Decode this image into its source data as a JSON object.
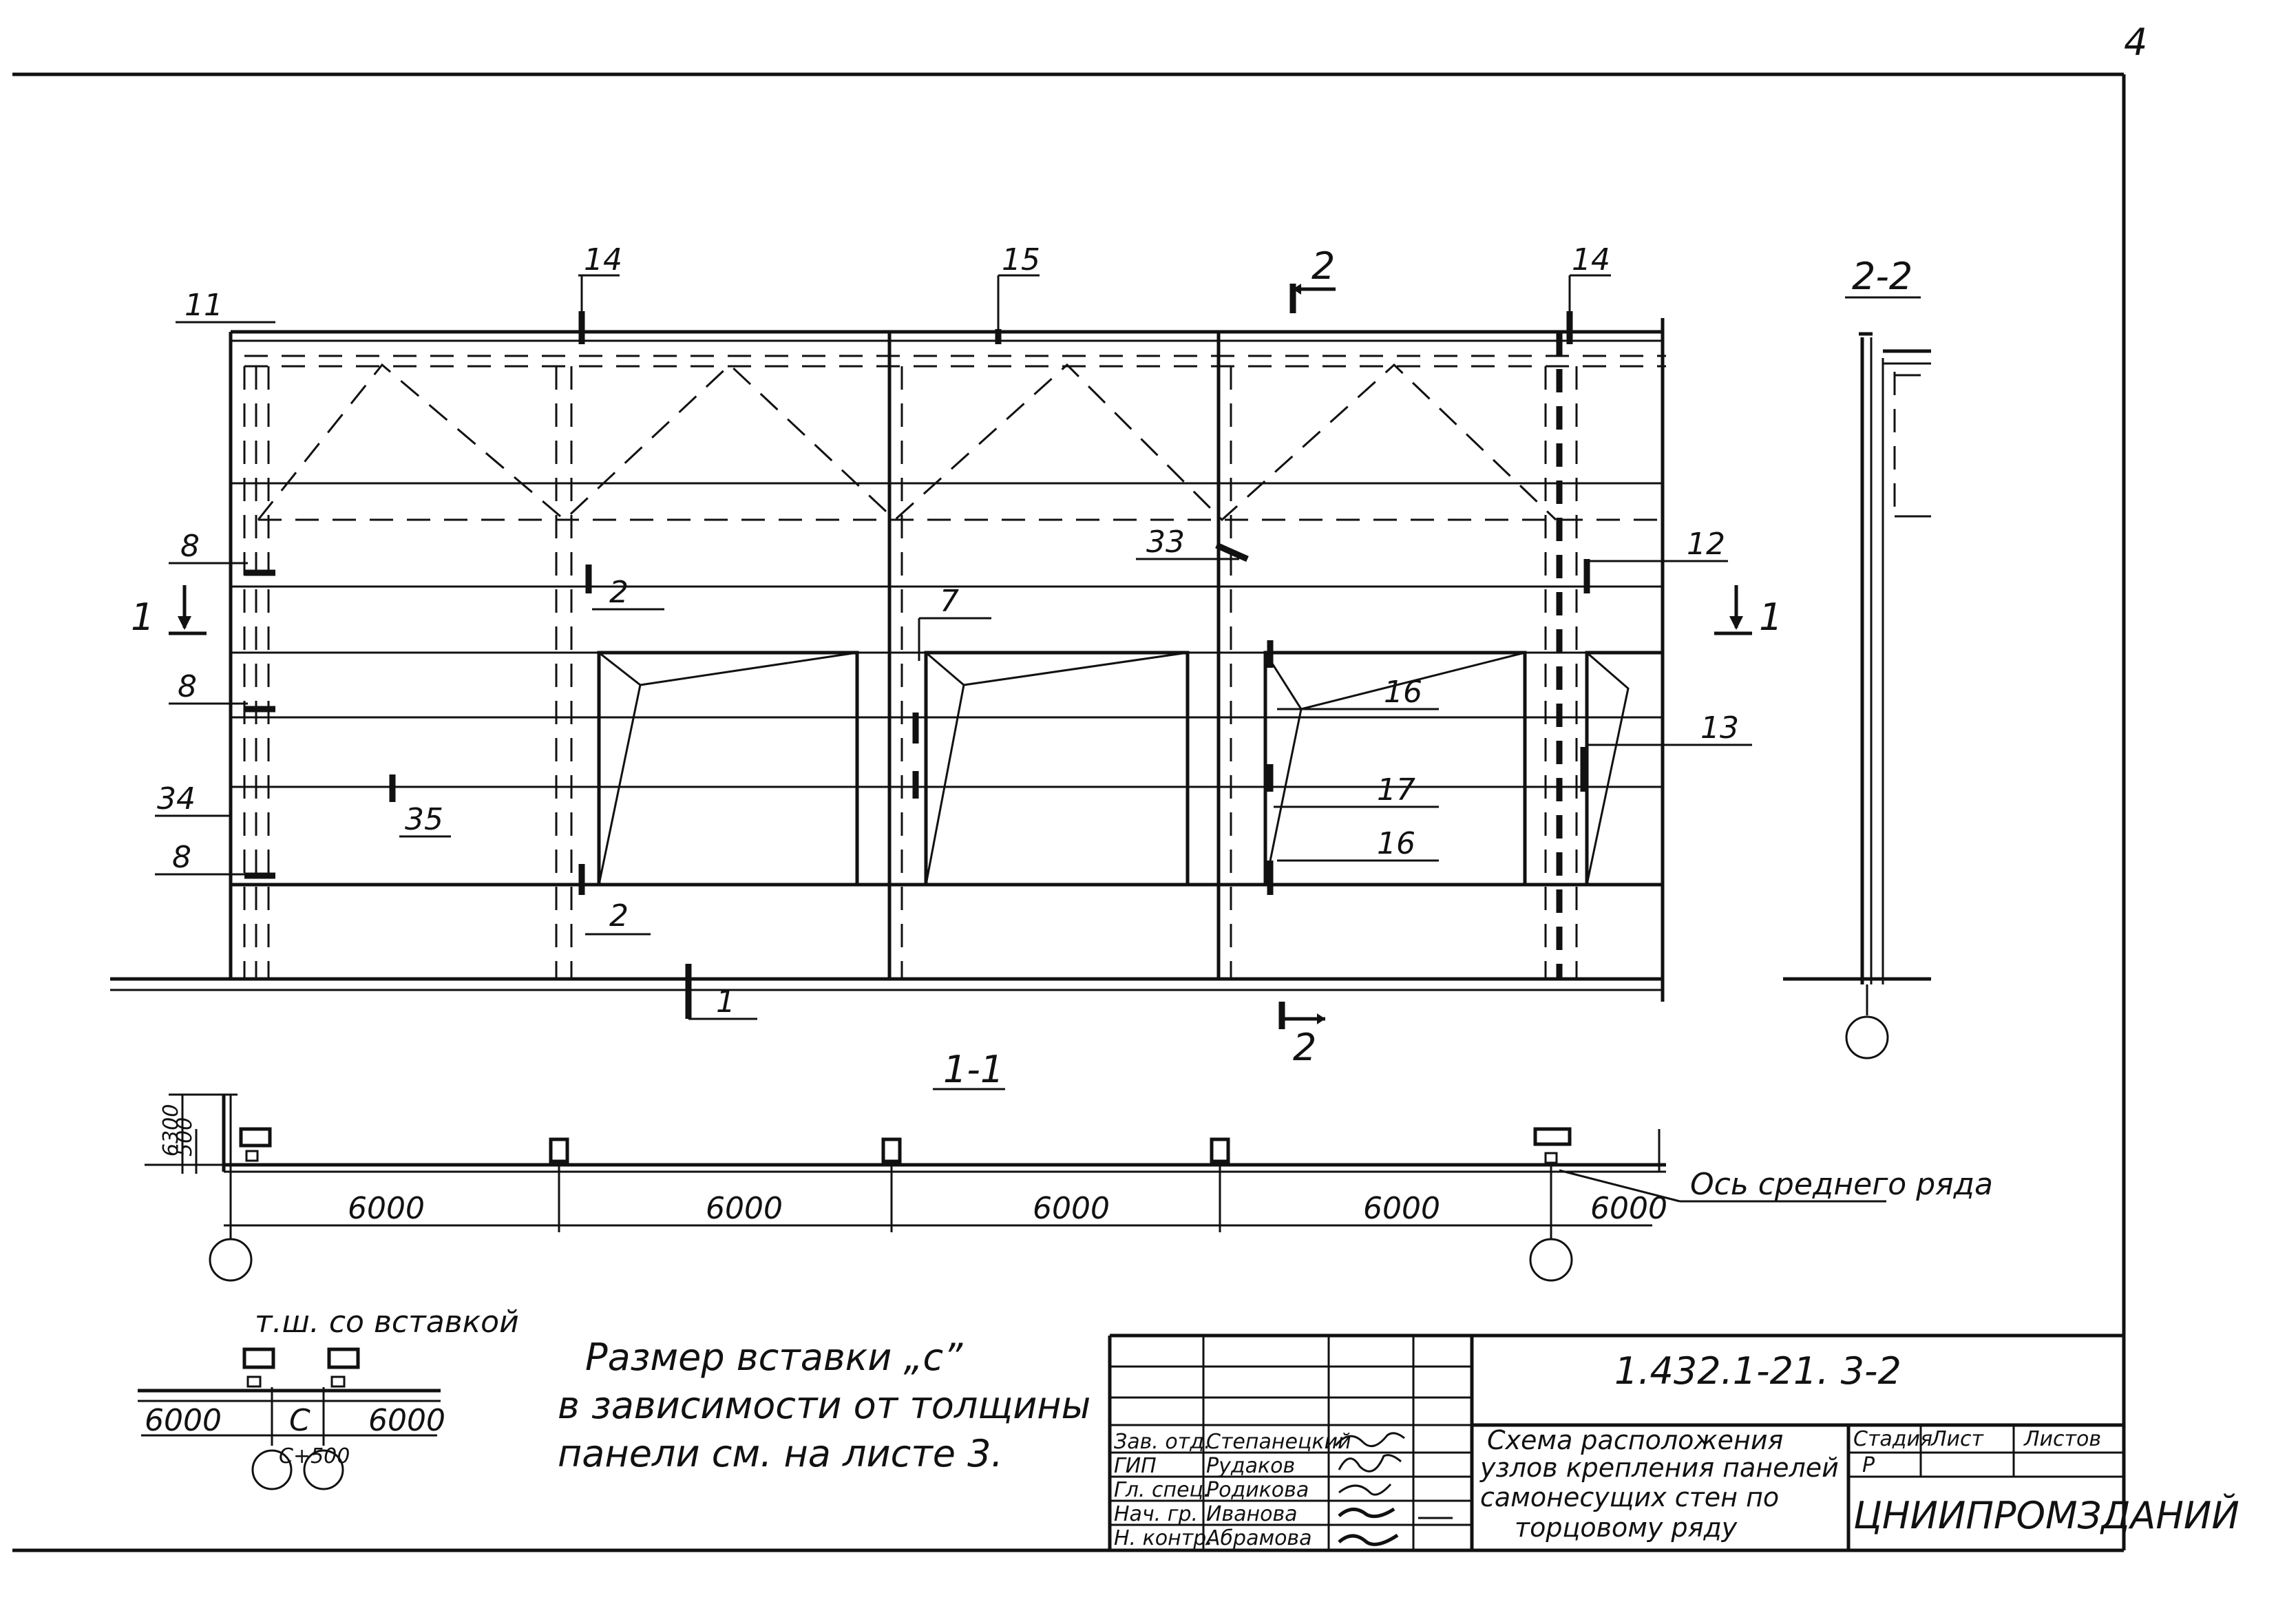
{
  "sheet_number": "4",
  "elevation": {
    "callouts": {
      "c11": "11",
      "c14a": "14",
      "c15": "15",
      "c14b": "14",
      "c8a": "8",
      "c2a": "2",
      "c33": "33",
      "c12": "12",
      "c7": "7",
      "c8b": "8",
      "c34": "34",
      "c35": "35",
      "c8c": "8",
      "c16": "16",
      "c17": "17",
      "c16b": "16",
      "c13": "13",
      "c2b": "2",
      "c1bottom": "1"
    },
    "cut_1_left": "1",
    "cut_1_right": "1",
    "cut_2_top": "2",
    "cut_2_bottom": "2"
  },
  "section_2_2": {
    "title": "2-2"
  },
  "section_1_1": {
    "title": "1-1",
    "dims": [
      "6000",
      "6000",
      "6000",
      "6000",
      "6000"
    ],
    "vertical_dims": [
      "6300",
      "500"
    ],
    "middle_row_axis": "Ось среднего ряда"
  },
  "insert_detail": {
    "title": "т.ш. со вставкой",
    "left": "6000",
    "insert": "С",
    "right": "6000",
    "offset": "С+500"
  },
  "note": {
    "line1": "Размер вставки „с”",
    "line2": "в зависимости от толщины",
    "line3": "панели   см. на листе 3."
  },
  "title_block": {
    "code": "1.432.1-21. 3-2",
    "description": [
      "Схема расположения",
      "узлов крепления панелей",
      "самонесущих стен по",
      "торцовому ряду"
    ],
    "stage_label": "Стадия",
    "sheet_label": "Лист",
    "sheets_label": "Листов",
    "stage_value": "Р",
    "organization": "ЦНИИПРОМЗДАНИЙ",
    "roles": [
      "Зав. отд.",
      "ГИП",
      "Гл. спец.",
      "Нач. гр.",
      "Н. контр."
    ],
    "names": [
      "Степанецкий",
      "Рудаков",
      "Родикова",
      "Иванова",
      "Абрамова"
    ]
  }
}
